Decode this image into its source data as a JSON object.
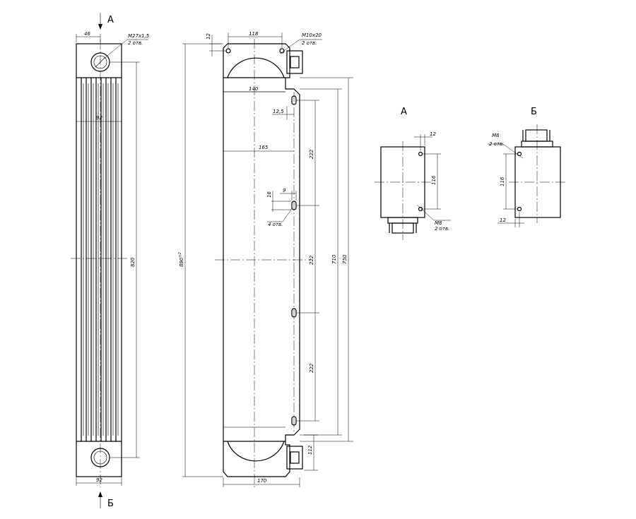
{
  "views": {
    "label_a": "А",
    "label_b": "Б"
  },
  "front_view": {
    "dim_46": "46",
    "dim_92_mid": "92",
    "dim_92_bottom": "92",
    "dim_820": "820",
    "thread_spec": "M27x1,5",
    "thread_count": "2 отв."
  },
  "side_view": {
    "dim_12": "12",
    "dim_118": "118",
    "bolt_spec": "M10x20",
    "bolt_count": "2 отв.",
    "dim_140": "140",
    "dim_12_5": "12,5",
    "dim_165": "165",
    "dim_222_1": "222",
    "dim_222_2": "222",
    "dim_222_3": "222",
    "dim_16": "16",
    "dim_9": "9",
    "slot_count": "4 отв.",
    "dim_890": "890",
    "dim_890_tol": "+2",
    "dim_710": "710",
    "dim_750": "750",
    "dim_112": "112",
    "dim_170": "170"
  },
  "view_a_detail": {
    "title": "А",
    "dim_12": "12",
    "dim_116": "116",
    "hole_spec": "M8",
    "hole_count": "2 отв."
  },
  "view_b_detail": {
    "title": "Б",
    "hole_spec": "M8",
    "hole_count": "2 отв.",
    "dim_116": "116",
    "dim_12": "12"
  }
}
